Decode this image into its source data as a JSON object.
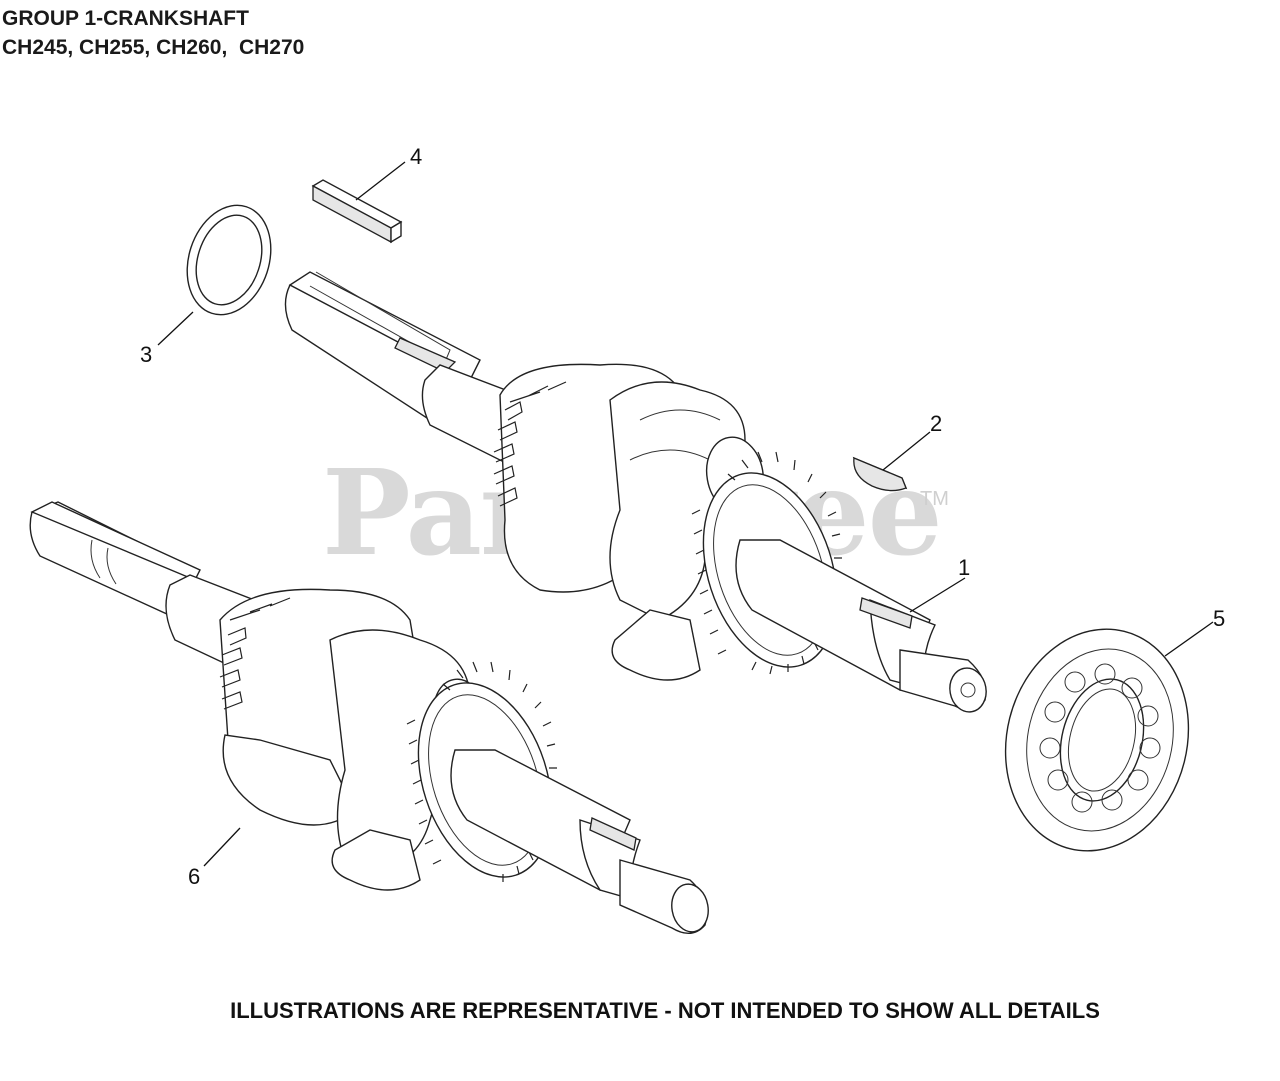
{
  "header": {
    "title": "GROUP 1-CRANKSHAFT",
    "models": "CH245, CH255, CH260,  CH270"
  },
  "watermark": {
    "brand": "PartsTree",
    "trademark": "TM"
  },
  "callouts": [
    {
      "id": "1",
      "label": "1",
      "part": "crankshaft"
    },
    {
      "id": "2",
      "label": "2",
      "part": "woodruff-key"
    },
    {
      "id": "3",
      "label": "3",
      "part": "thrust-washer"
    },
    {
      "id": "4",
      "label": "4",
      "part": "square-key"
    },
    {
      "id": "5",
      "label": "5",
      "part": "ball-bearing"
    },
    {
      "id": "6",
      "label": "6",
      "part": "crankshaft-alternate"
    }
  ],
  "footer": {
    "note": "ILLUSTRATIONS ARE REPRESENTATIVE - NOT INTENDED TO SHOW ALL DETAILS"
  },
  "colors": {
    "line": "#222222",
    "watermark": "#d9d9d9",
    "text": "#111111"
  }
}
